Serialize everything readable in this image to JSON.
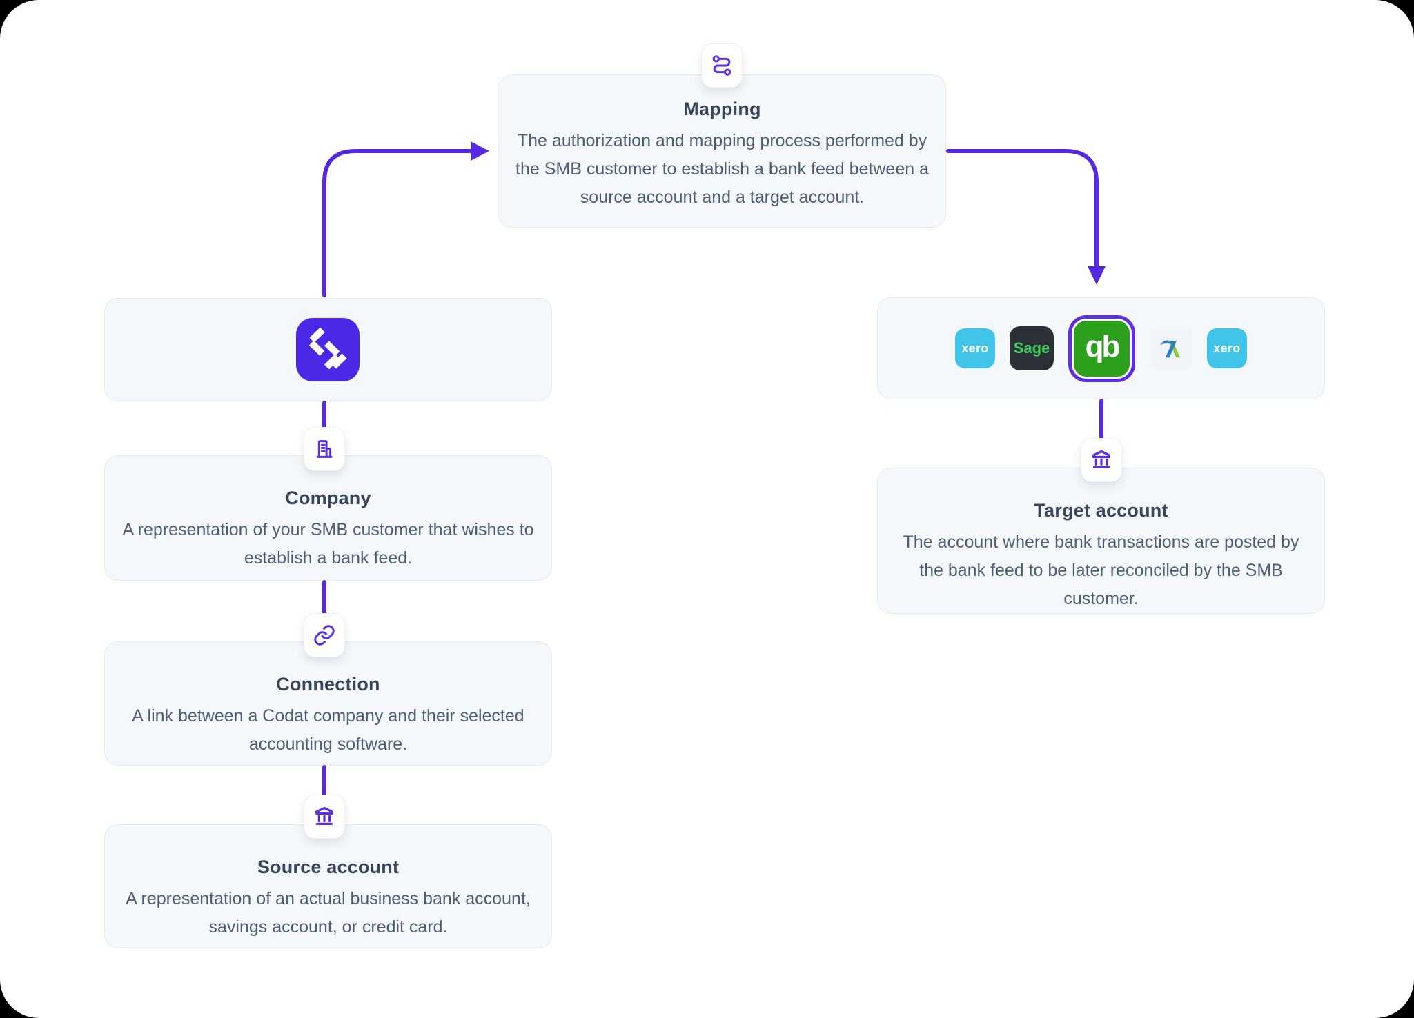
{
  "colors": {
    "accent_purple": "#5628e0",
    "icon_purple": "#5a2ee2",
    "codat_tile_purple": "#4b28e5",
    "card_background": "#f4f8fb",
    "card_border": "#e2ebf3",
    "title_text": "#39455f",
    "body_text": "#4e5d77",
    "xero_blue": "#41c4e9",
    "sage_dark": "#2c3137",
    "sage_green": "#3fd05c",
    "quickbooks_green": "#2ca01c",
    "freeagent_blue": "#2d7fc1",
    "freeagent_green": "#8cc63f"
  },
  "diagram": {
    "mapping": {
      "icon": "route-icon",
      "title": "Mapping",
      "description": "The authorization and mapping process performed by the SMB customer to establish a bank feed between a source account and a target account."
    },
    "codat": {
      "icon": "codat-logo"
    },
    "company": {
      "icon": "building-icon",
      "title": "Company",
      "description": "A representation of your SMB customer that wishes to establish a bank feed."
    },
    "connection": {
      "icon": "link-icon",
      "title": "Connection",
      "description": "A link between a Codat company and their selected accounting software."
    },
    "source_account": {
      "icon": "bank-icon",
      "title": "Source account",
      "description": "A representation of an actual business bank account, savings account, or credit card."
    },
    "target_account": {
      "icon": "bank-icon",
      "title": "Target account",
      "description": "The account where bank transactions are posted by the bank feed to be later reconciled by the SMB customer."
    },
    "integrations": {
      "items": [
        {
          "name": "xero",
          "label": "xero",
          "selected": false
        },
        {
          "name": "sage",
          "label": "Sage",
          "selected": false
        },
        {
          "name": "quickbooks",
          "label": "qb",
          "selected": true
        },
        {
          "name": "freeagent",
          "label": "",
          "selected": false
        },
        {
          "name": "xero",
          "label": "xero",
          "selected": false
        }
      ]
    }
  }
}
